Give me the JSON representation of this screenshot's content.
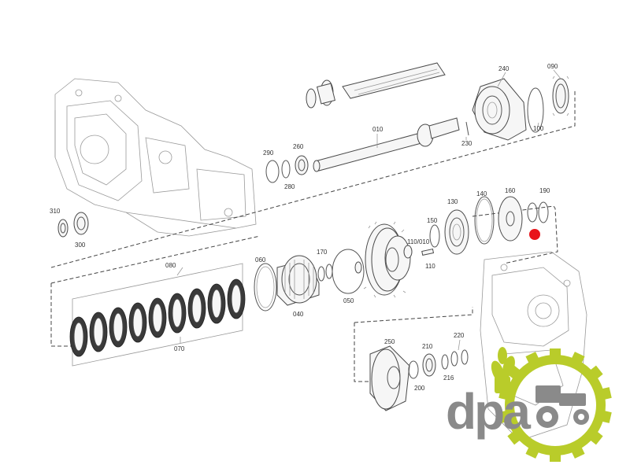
{
  "labels": {
    "l010": "010",
    "l040": "040",
    "l050": "050",
    "l060": "060",
    "l070": "070",
    "l080": "080",
    "l090": "090",
    "l100": "100",
    "l110": "110",
    "l110_010": "110/010",
    "l130": "130",
    "l140": "140",
    "l150": "150",
    "l160": "160",
    "l170": "170",
    "l190": "190",
    "l200": "200",
    "l210": "210",
    "l216": "216",
    "l220": "220",
    "l230": "230",
    "l240": "240",
    "l250": "250",
    "l260": "260",
    "l280": "280",
    "l290": "290",
    "l300": "300",
    "l310": "310"
  },
  "logo": {
    "text": "dpa",
    "grey": "#8a8a8a",
    "green": "#b9cc2a",
    "icon": "tractor-gear-icon"
  },
  "highlight": {
    "color": "#e8131a",
    "part": "190"
  },
  "colors": {
    "ink": "#555555",
    "background": "#ffffff"
  }
}
